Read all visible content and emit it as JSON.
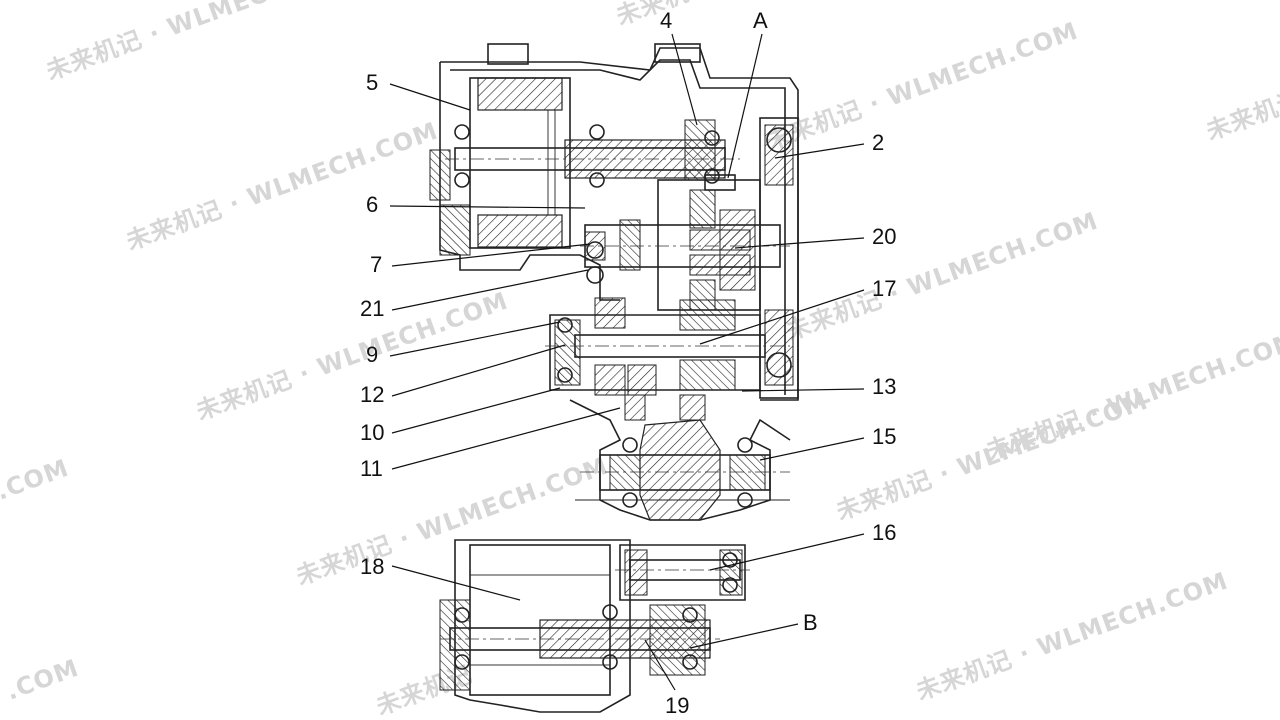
{
  "diagram": {
    "callouts": [
      {
        "id": "5",
        "text": "5"
      },
      {
        "id": "4",
        "text": "4"
      },
      {
        "id": "A",
        "text": "A"
      },
      {
        "id": "2",
        "text": "2"
      },
      {
        "id": "6",
        "text": "6"
      },
      {
        "id": "20",
        "text": "20"
      },
      {
        "id": "7",
        "text": "7"
      },
      {
        "id": "17",
        "text": "17"
      },
      {
        "id": "21",
        "text": "21"
      },
      {
        "id": "9",
        "text": "9"
      },
      {
        "id": "13",
        "text": "13"
      },
      {
        "id": "12",
        "text": "12"
      },
      {
        "id": "15",
        "text": "15"
      },
      {
        "id": "10",
        "text": "10"
      },
      {
        "id": "11",
        "text": "11"
      },
      {
        "id": "16",
        "text": "16"
      },
      {
        "id": "18",
        "text": "18"
      },
      {
        "id": "B",
        "text": "B"
      },
      {
        "id": "19",
        "text": "19"
      }
    ]
  },
  "watermark": {
    "full": "未来机记 · WLMECH.COM",
    "short": ".COM",
    "cn": "未来机记",
    "color": "#d6d6d6"
  }
}
